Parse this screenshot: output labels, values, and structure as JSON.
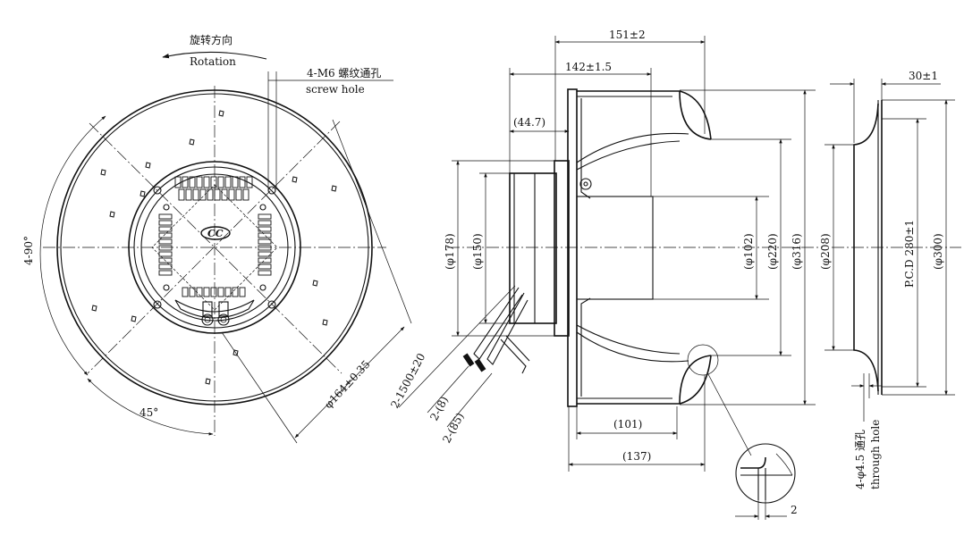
{
  "front_view": {
    "rotation_cn": "旋转方向",
    "rotation_en": "Rotation",
    "screw_hole_cn": "4-M6 螺纹通孔",
    "screw_hole_en": "screw hole",
    "angle_4x90": "4-90°",
    "angle_45": "45°",
    "dia_164": "φ164±0.35",
    "logo_text": "CC"
  },
  "side_view": {
    "dim_151": "151±2",
    "dim_142": "142±1.5",
    "dim_44_7": "(44.7)",
    "dim_178": "(φ178)",
    "dim_150": "(φ150)",
    "dim_102": "(φ102)",
    "dim_220": "(φ220)",
    "dim_316": "(φ316)",
    "dim_101": "(101)",
    "dim_137": "(137)",
    "cable_length": "2-1500±20",
    "cable_8": "2-(8)",
    "cable_85": "2-(85)",
    "detail_2": "2"
  },
  "ring_view": {
    "dim_30": "30±1",
    "dim_208": "(φ208)",
    "pcd": "P.C.D 280±1",
    "dim_300": "(φ300)",
    "through_hole_cn": "4-φ4.5 通孔",
    "through_hole_en": "through hole"
  }
}
